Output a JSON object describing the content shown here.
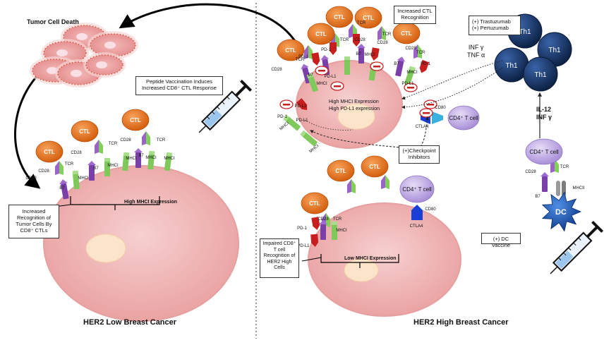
{
  "panels": {
    "left": {
      "title": "HER2 Low Breast Cancer",
      "tumor_death_label": "Tumor Cell Death",
      "vaccination_box": "Peptide Vaccination Induces Increased CD8⁺ CTL Response",
      "recognition_box": "Increased Recognition of Tumor Cells By CD8⁺ CTLs",
      "expression_label": "High MHCI Expression"
    },
    "right": {
      "title": "HER2 High Breast Cancer",
      "ctl_recognition_box": "Increased CTL Recognition",
      "antibody_box_line1": "(+) Trastuzumab",
      "antibody_box_line2": "(+) Pertuzumab",
      "cytokines_top_line1": "INF γ",
      "cytokines_top_line2": "TNF α",
      "high_mhci_label": "High MHCI Expression",
      "high_pdl1_label": "High PD-L1 expression",
      "checkpoint_box": "(+)Checkpoint Inhibitors",
      "impaired_box": "Impaired CD8⁺ T cell Recognition of HER2 High Cells",
      "low_mhci_label": "Low MHCI Expression",
      "dc_vaccine_box": "(+) DC Vaccine",
      "cytokines_bottom_line1": "IL-12",
      "cytokines_bottom_line2": "INF γ"
    }
  },
  "cells": {
    "ctl": "CTL",
    "th1": "Th1",
    "cd4": "CD4⁺ T cell",
    "dc": "DC"
  },
  "receptors": {
    "tcr": "TCR",
    "cd28": "CD28",
    "b7": "B7",
    "mhci": "MHCI",
    "mhcii": "MHCII",
    "pd1": "PD-1",
    "pdl1": "PD-L1",
    "ctla4": "CTLA4",
    "cd80": "CD80"
  },
  "colors": {
    "tumor": "#f2b8b8",
    "tumor_edge": "#e08a8a",
    "nucleus": "#fbe2c4",
    "ctl": "#e8741a",
    "th1": "#13305f",
    "cd4": "#c8b6ea",
    "dc": "#1f5fbf",
    "b7": "#7a3fa8",
    "mhci": "#7fc85a",
    "pd1": "#c81e1e",
    "ctla4": "#1a3fd6"
  }
}
